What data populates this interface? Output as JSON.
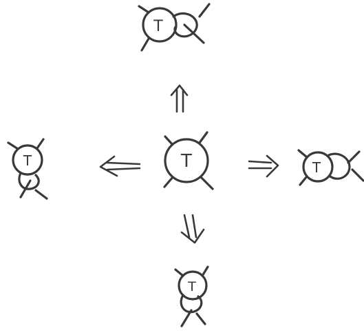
{
  "diagram": {
    "nodes": [
      {
        "id": "center",
        "label": "T"
      },
      {
        "id": "top",
        "label": "T"
      },
      {
        "id": "left",
        "label": "T"
      },
      {
        "id": "right",
        "label": "T"
      },
      {
        "id": "bottom",
        "label": "T"
      }
    ],
    "arrows": [
      {
        "from": "center",
        "to": "top",
        "style": "double"
      },
      {
        "from": "center",
        "to": "left",
        "style": "double"
      },
      {
        "from": "center",
        "to": "right",
        "style": "double"
      },
      {
        "from": "center",
        "to": "bottom",
        "style": "double"
      }
    ],
    "ink_color": "#3a3838"
  }
}
